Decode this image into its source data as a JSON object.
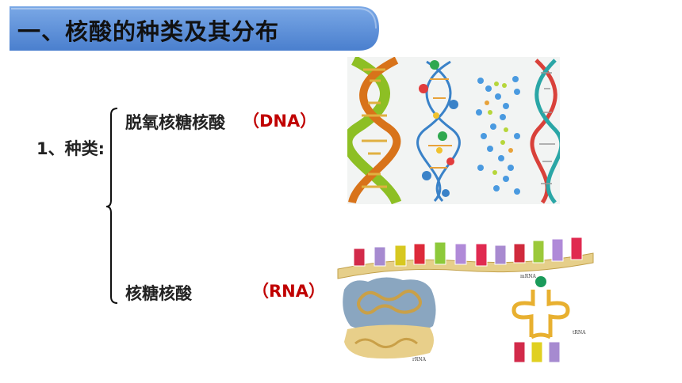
{
  "title": "一、核酸的种类及其分布",
  "section": {
    "label": "1、种类:",
    "dna": {
      "name": "脱氧核糖核酸",
      "abbr": "（DNA）"
    },
    "rna": {
      "name": "核糖核酸",
      "abbr": "（RNA）"
    }
  },
  "rna_figure": {
    "mrna": "mRNA",
    "trna": "tRNA",
    "rrna": "rRNA"
  },
  "colors": {
    "title_band": "#5b8fd6",
    "red_text": "#c00000"
  }
}
